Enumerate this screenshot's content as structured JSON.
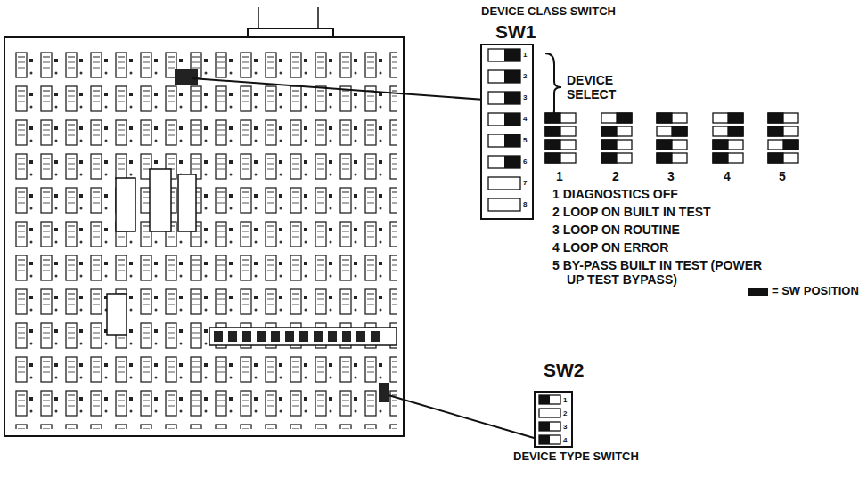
{
  "diagram": {
    "nodes": [
      {
        "text": [
          "DEVICE CLASS SWITCH",
          "SW1"
        ]
      },
      {
        "text": [
          "SW2",
          "DEVICE TYPE SWITCH"
        ]
      }
    ],
    "labels": [
      "DEVICE SELECT",
      "1",
      "2",
      "3",
      "4",
      "5",
      "1 DIAGNOSTICS OFF",
      "2 LOOP ON BUILT IN TEST",
      "3 LOOP ON ROUTINE",
      "4 LOOP ON ERROR",
      "5 BY-PASS BUILT IN TEST (POWER UP TEST BYPASS)",
      "1",
      "2",
      "3",
      "4",
      "5",
      "6",
      "7",
      "8",
      "1",
      "2",
      "3",
      "4"
    ],
    "legend": [
      {
        "text": "= SW POSITION",
        "color": "#111111"
      }
    ]
  }
}
